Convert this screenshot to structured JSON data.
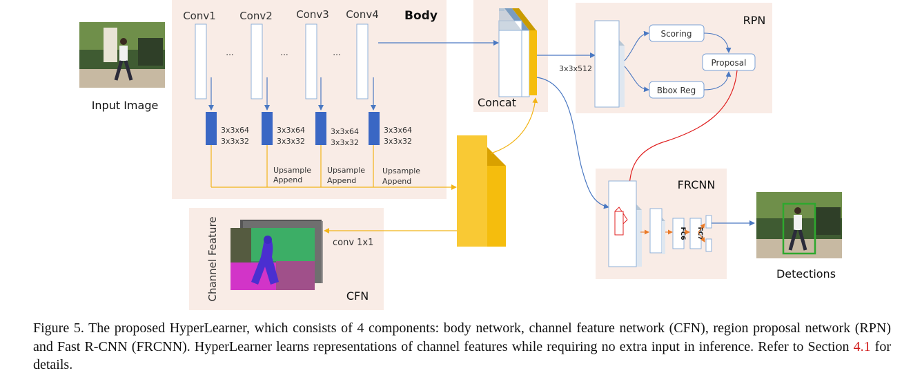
{
  "body": {
    "title": "Body",
    "convs": [
      "Conv1",
      "Conv2",
      "Conv3",
      "Conv4"
    ],
    "ellipsis": "...",
    "kernel_a": "3x3x64",
    "kernel_b": "3x3x32",
    "upsample": "Upsample",
    "append": "Append"
  },
  "input_label": "Input Image",
  "concat_label": "Concat",
  "rpn": {
    "title": "RPN",
    "size": "3x3x512",
    "scoring": "Scoring",
    "bbox_reg": "Bbox Reg",
    "proposal": "Proposal"
  },
  "frcnn": {
    "title": "FRCNN",
    "fc6": "FC6",
    "fc7": "FC7"
  },
  "detections_label": "Detections",
  "cfn": {
    "title": "CFN",
    "axis_label": "Channel Feature",
    "conv": "conv 1x1"
  },
  "caption": {
    "text_before": "Figure 5. The proposed HyperLearner, which consists of 4 components: body network, channel feature network (CFN), region proposal network (RPN) and Fast R-CNN (FRCNN). HyperLearner learns representations of channel features while requiring no extra input in inference. Refer to Section ",
    "ref": "4.1",
    "text_after": " for details."
  },
  "colors": {
    "panel": "#f9ece6",
    "conv_blue": "#3a67c4",
    "arrow_blue": "#4a78c2",
    "arrow_yellow": "#f2b418",
    "feature_yellow": "#f7c531",
    "arrow_red": "#e02020",
    "arrow_orange": "#ea7a28",
    "detection_green": "#2ea82e"
  }
}
